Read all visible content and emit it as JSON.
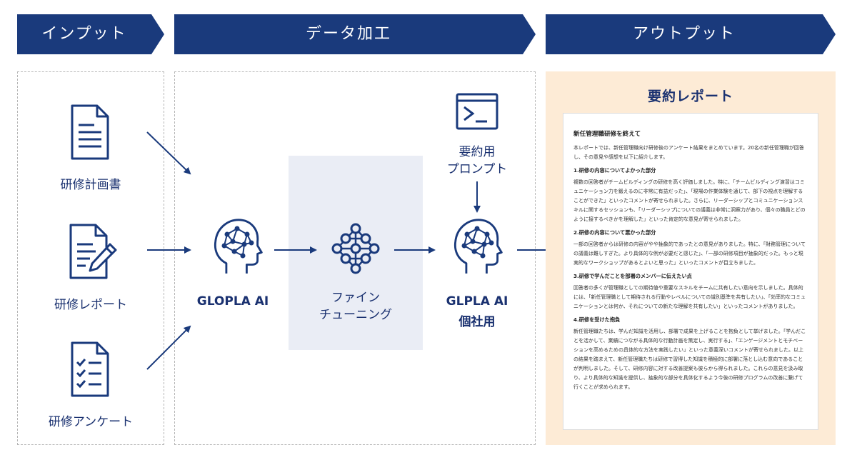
{
  "banners": {
    "input": "インプット",
    "processing": "データ加工",
    "output": "アウトプット"
  },
  "inputs": [
    {
      "label": "研修計画書",
      "icon": "document-icon"
    },
    {
      "label": "研修レポート",
      "icon": "document-edit-icon"
    },
    {
      "label": "研修アンケート",
      "icon": "checklist-icon"
    }
  ],
  "processing": {
    "base_ai_label": "GLOPLA AI",
    "finetune_line1": "ファイン",
    "finetune_line2": "チューニング",
    "prompt_line1": "要約用",
    "prompt_line2": "プロンプト",
    "custom_ai_line1": "GLPLA AI",
    "custom_ai_line2": "個社用"
  },
  "colors": {
    "navy": "#1a3a7c",
    "panel_bg": "#fdebd6",
    "finetune_bg": "#eaedf5"
  },
  "report": {
    "panel_title": "要約レポート",
    "doc_title": "新任管理職研修を終えて",
    "intro": "本レポートでは、新任管理職向け研修後のアンケート結果をまとめています。20名の新任管理職が回答し、その意見や感想を以下に紹介します。",
    "sections": [
      {
        "heading": "1.研修の内容についてよかった部分",
        "body": "複数の回答者がチームビルディングの研修を高く評価しました。特に、「チームビルディング演習はコミュニケーション力を鍛えるのに非常に有益だった」、「現場の作業体験を通じて、部下の視点を理解することができた」といったコメントが寄せられました。さらに、リーダーシップとコミュニケーションスキルに関するセッションも、「リーダーシップについての議義は非常に洞察力があり、個々の職員とどのように接するべきかを理解した」といった肯定的な意見が寄せられました。"
      },
      {
        "heading": "2.研修の内容について悪かった部分",
        "body": "一部の回答者からは研修の内容がやや抽象的であったとの意見がありました。特に、「財務管理についての議義は難しすぎた。より具体的な例が必要だと感じた」、「一部の研修項目が抽象的だった。もっと現実的なワークショップがあるとよいと思った」といったコメントが目立ちました。"
      },
      {
        "heading": "3.研修で学んだことを部署のメンバーに伝えたい点",
        "body": "回答者の多くが管理職としての期待値や重要なスキルをチームに共有したい意向を示しました。具体的には、「新任管理職として期待される行動やレベルについての識別基準を共有したい」、「効率的なコミュニケーションとは何か、それについての新たな理解を共有したい」といったコメントがありました。"
      },
      {
        "heading": "4.研修を受けた抱負",
        "body": "新任管理職たちは、学んだ知識を活用し、部署で成果を上げることを抱負として挙げました。「学んだことを活かして、業績につながる具体的な行動計画を策定し、実行する」、「エンゲージメントとモチベーションを高めるための具体的な方法を実践したい」といった意義深いコメントが寄せられました。以上の結果を踏まえて、新任管理職たちは研修で習得した知識を積極的に部署に落とし込む意向であることが判明しました。そして、研修内容に対する改善提案も彼らから得られました。これらの意見を汲み取り、より具体的な知識を提供し、抽象的な部分を具体化するよう今後の研修プログラムの改善に繋げて行くことが求められます。"
      }
    ]
  }
}
